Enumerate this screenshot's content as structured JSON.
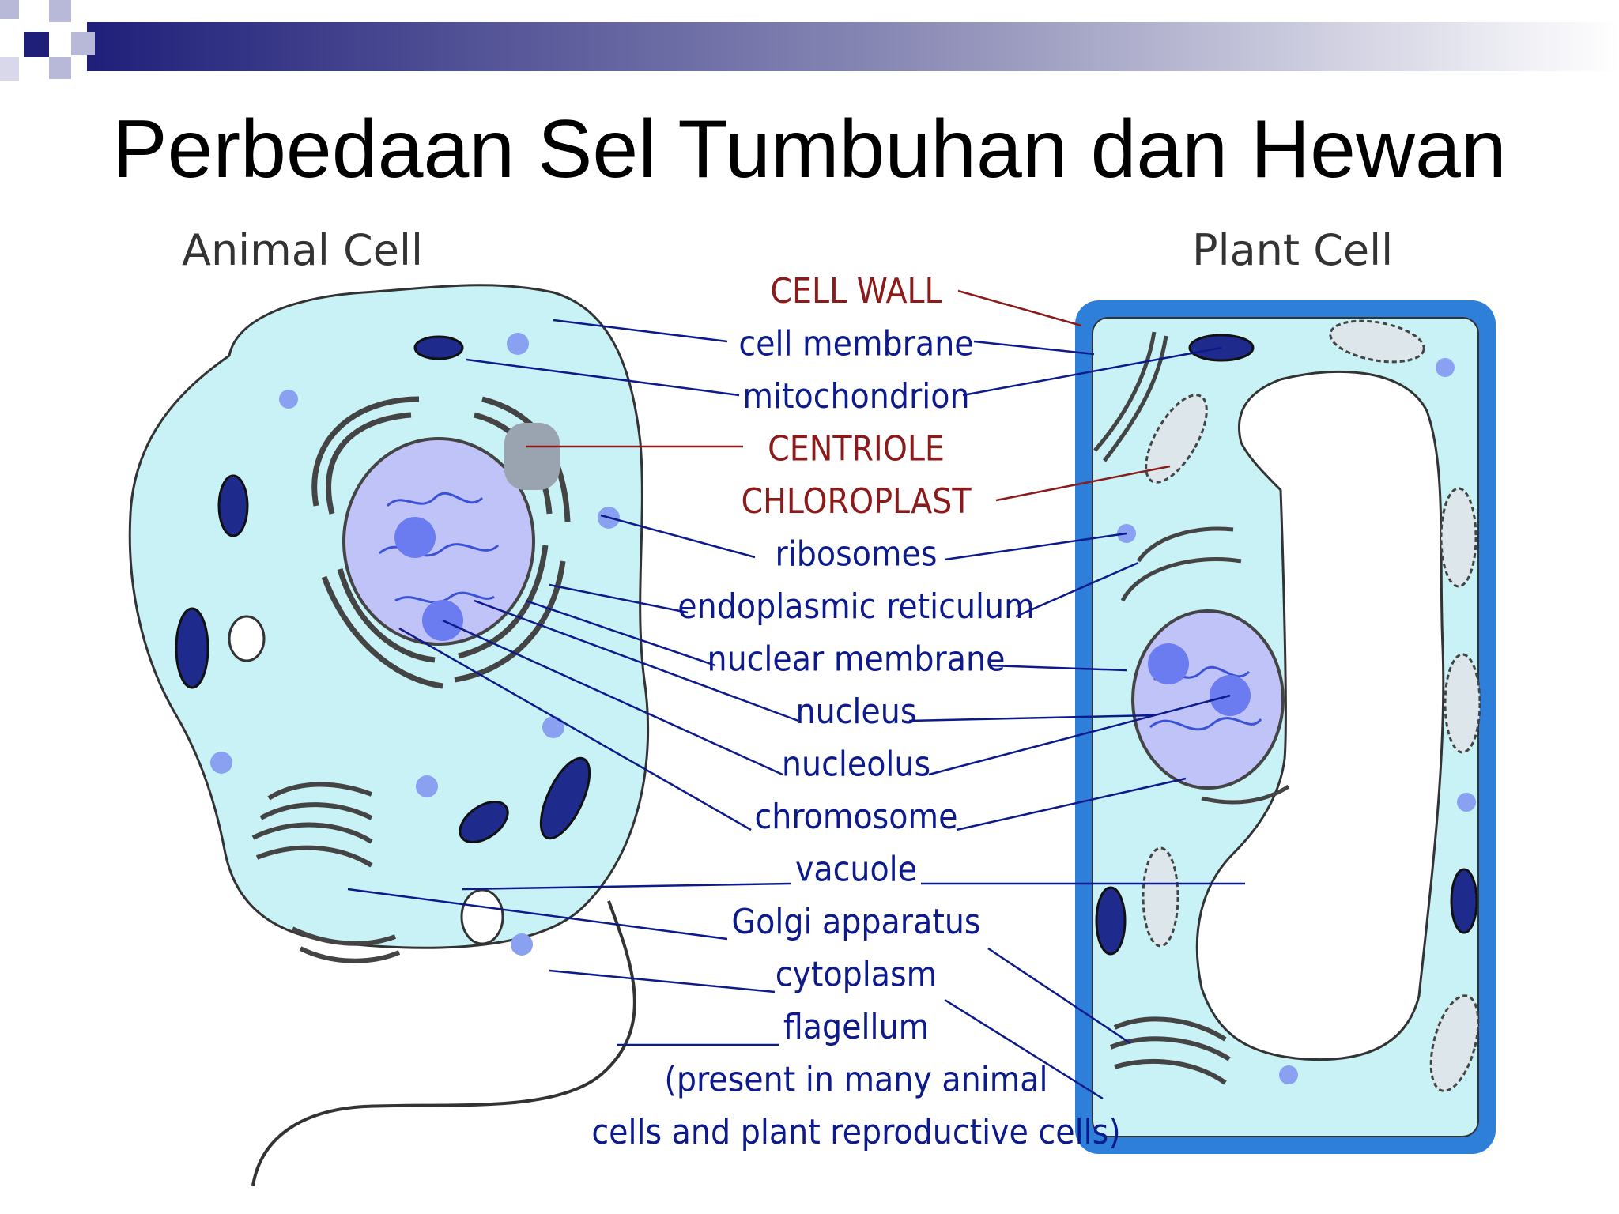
{
  "title": "Perbedaan Sel Tumbuhan dan Hewan",
  "captions": {
    "animal": "Animal Cell",
    "plant": "Plant Cell"
  },
  "labels": [
    {
      "id": "cell-wall",
      "text": "CELL WALL",
      "unique": true
    },
    {
      "id": "cell-membrane",
      "text": "cell membrane",
      "unique": false
    },
    {
      "id": "mitochondrion",
      "text": "mitochondrion",
      "unique": false
    },
    {
      "id": "centriole",
      "text": "CENTRIOLE",
      "unique": true
    },
    {
      "id": "chloroplast",
      "text": "CHLOROPLAST",
      "unique": true
    },
    {
      "id": "ribosomes",
      "text": "ribosomes",
      "unique": false
    },
    {
      "id": "endoplasmic-reticulum",
      "text": "endoplasmic reticulum",
      "unique": false
    },
    {
      "id": "nuclear-membrane",
      "text": "nuclear membrane",
      "unique": false
    },
    {
      "id": "nucleus",
      "text": "nucleus",
      "unique": false
    },
    {
      "id": "nucleolus",
      "text": "nucleolus",
      "unique": false
    },
    {
      "id": "chromosome",
      "text": "chromosome",
      "unique": false
    },
    {
      "id": "vacuole",
      "text": "vacuole",
      "unique": false
    },
    {
      "id": "golgi",
      "text": "Golgi apparatus",
      "unique": false
    },
    {
      "id": "cytoplasm",
      "text": "cytoplasm",
      "unique": false
    },
    {
      "id": "flagellum",
      "text": "flagellum",
      "unique": false
    },
    {
      "id": "note1",
      "text": "(present in many animal",
      "unique": false
    },
    {
      "id": "note2",
      "text": "cells and plant reproductive cells)",
      "unique": false
    }
  ],
  "colors": {
    "unique_label": "#8b1a1a",
    "common_label": "#0d1a8c",
    "leader_line": "#0d1a8c",
    "wall_leader": "#8b1a1a",
    "cytoplasm": "#c9f2f7",
    "cell_wall": "#2e7fd9",
    "nucleus": "#bfc3f7",
    "nucleolus": "#6b7bf0",
    "organelle_outline": "#444444",
    "title_bar": "#1f1f7a"
  }
}
